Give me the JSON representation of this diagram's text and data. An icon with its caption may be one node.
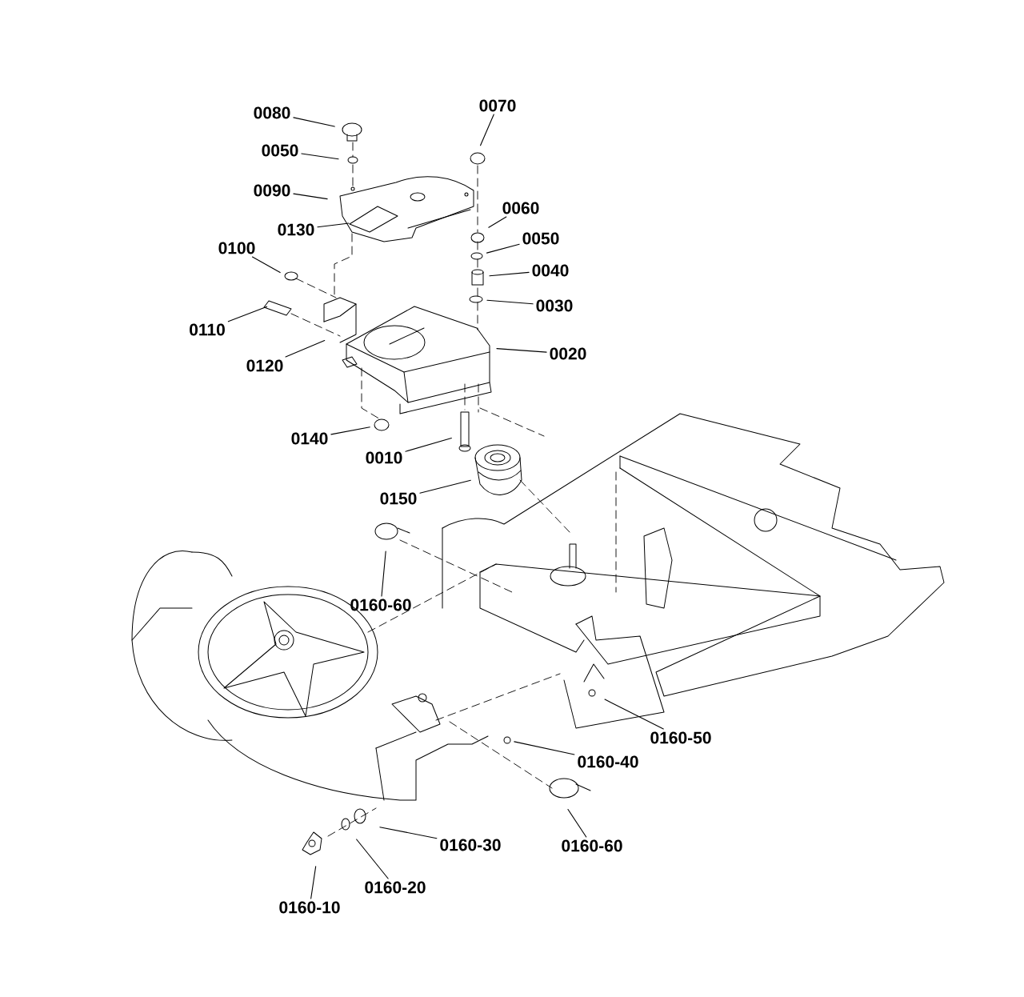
{
  "diagram": {
    "nodes": [
      {
        "text": [
          "0080"
        ]
      },
      {
        "text": [
          "0070"
        ]
      },
      {
        "text": [
          "0050"
        ]
      },
      {
        "text": [
          "0090"
        ]
      },
      {
        "text": [
          "0060"
        ]
      },
      {
        "text": [
          "0130"
        ]
      },
      {
        "text": [
          "0050"
        ]
      },
      {
        "text": [
          "0100"
        ]
      },
      {
        "text": [
          "0040"
        ]
      },
      {
        "text": [
          "0030"
        ]
      },
      {
        "text": [
          "0110"
        ]
      },
      {
        "text": [
          "0020"
        ]
      },
      {
        "text": [
          "0120"
        ]
      },
      {
        "text": [
          "0140"
        ]
      },
      {
        "text": [
          "0010"
        ]
      },
      {
        "text": [
          "0150"
        ]
      },
      {
        "text": [
          "0160-60"
        ]
      },
      {
        "text": [
          "0160-50"
        ]
      },
      {
        "text": [
          "0160-40"
        ]
      },
      {
        "text": [
          "0160-60"
        ]
      },
      {
        "text": [
          "0160-30"
        ]
      },
      {
        "text": [
          "0160-20"
        ]
      },
      {
        "text": [
          "0160-10"
        ]
      }
    ],
    "edges": [
      {
        "from": 0,
        "to": null,
        "arrow": "none"
      },
      {
        "from": 1,
        "to": null,
        "arrow": "none"
      },
      {
        "from": 2,
        "to": null,
        "arrow": "none"
      },
      {
        "from": 3,
        "to": null,
        "arrow": "none"
      },
      {
        "from": 4,
        "to": null,
        "arrow": "none"
      },
      {
        "from": 5,
        "to": null,
        "arrow": "none"
      },
      {
        "from": 6,
        "to": null,
        "arrow": "none"
      },
      {
        "from": 7,
        "to": null,
        "arrow": "none"
      },
      {
        "from": 8,
        "to": null,
        "arrow": "none"
      },
      {
        "from": 9,
        "to": null,
        "arrow": "none"
      },
      {
        "from": 10,
        "to": null,
        "arrow": "none"
      },
      {
        "from": 11,
        "to": null,
        "arrow": "none"
      },
      {
        "from": 12,
        "to": null,
        "arrow": "none"
      },
      {
        "from": 13,
        "to": null,
        "arrow": "none"
      },
      {
        "from": 14,
        "to": null,
        "arrow": "none"
      },
      {
        "from": 15,
        "to": null,
        "arrow": "none"
      },
      {
        "from": 16,
        "to": null,
        "arrow": "none"
      },
      {
        "from": 17,
        "to": null,
        "arrow": "none"
      },
      {
        "from": 18,
        "to": null,
        "arrow": "none"
      },
      {
        "from": 19,
        "to": null,
        "arrow": "none"
      },
      {
        "from": 20,
        "to": null,
        "arrow": "none"
      },
      {
        "from": 21,
        "to": null,
        "arrow": "none"
      },
      {
        "from": 22,
        "to": null,
        "arrow": "none"
      }
    ]
  }
}
